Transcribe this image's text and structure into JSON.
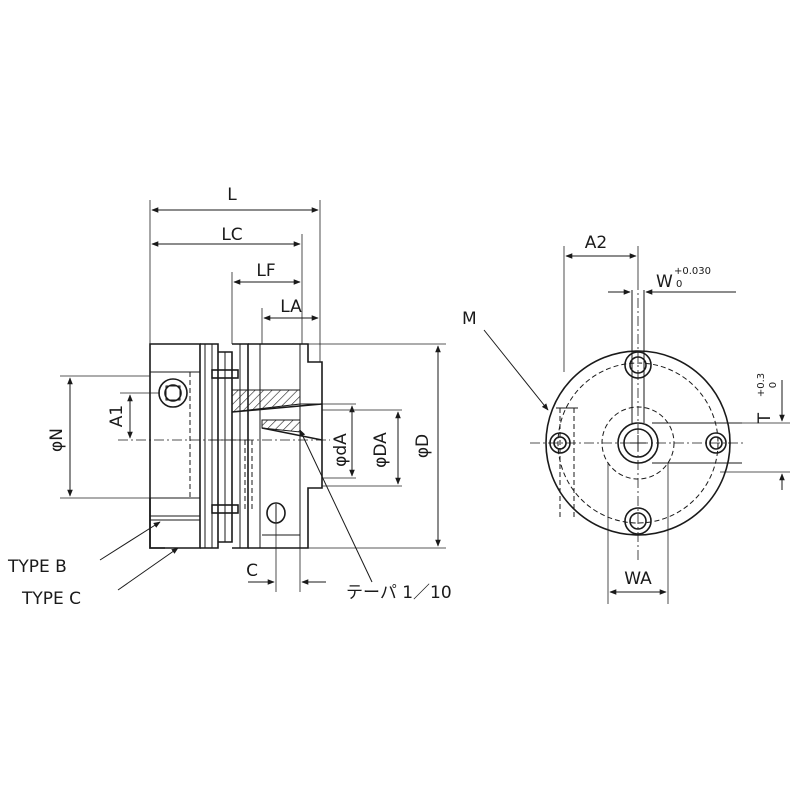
{
  "labels": {
    "L": "L",
    "LC": "LC",
    "LF": "LF",
    "LA": "LA",
    "A1": "A1",
    "phiN": "φN",
    "phidA": "φdA",
    "phiDA": "φDA",
    "phiD": "φD",
    "C": "C",
    "taper": "テーパ 1／10",
    "typeB": "TYPE B",
    "typeC": "TYPE C",
    "M": "M",
    "A2": "A2",
    "W": "W",
    "W_tol_plus": "+0.030",
    "W_tol_minus": "0",
    "T": "T",
    "T_tol_plus": "+0.3",
    "T_tol_minus": "0",
    "WA": "WA"
  }
}
